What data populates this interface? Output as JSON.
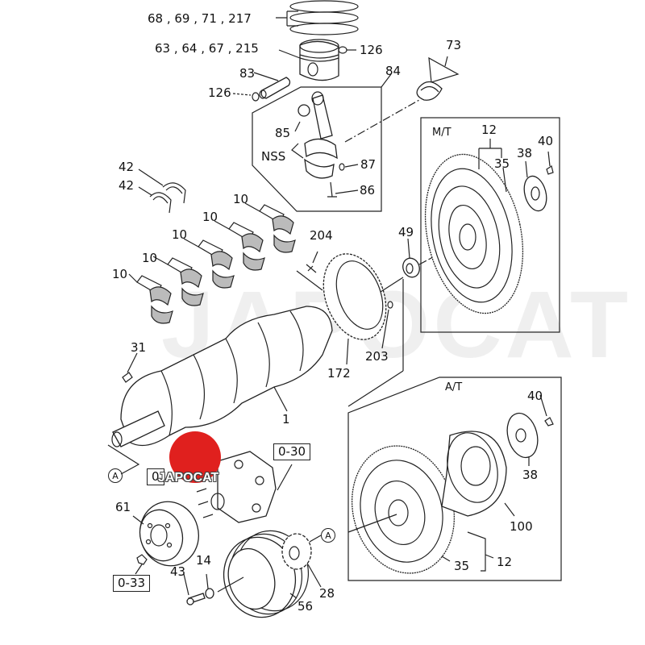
{
  "diagram": {
    "title": "Crankshaft, Piston, Connecting Rod & Flywheel exploded parts diagram",
    "watermark": "JAPOCAT",
    "brand_logo": {
      "text": "JAPOCAT",
      "color": "#e0201e"
    },
    "sections": {
      "manual_transmission": "M/T",
      "automatic_transmission": "A/T"
    },
    "callouts": {
      "piston_rings": "68 , 69 , 71 , 217",
      "piston": "63 , 64 , 67 , 215",
      "snap_ring_top": "126",
      "piston_pin": "83",
      "snap_ring_pin": "126",
      "conrod_assembly": "84",
      "conrod_bushing": "85",
      "conrod_nss": "NSS",
      "conrod_nut": "87",
      "conrod_bolt": "86",
      "conrod_bearing": "73",
      "thrust_washer_upper": "42",
      "thrust_washer_lower": "42",
      "main_bearing_1": "10",
      "main_bearing_2": "10",
      "main_bearing_3": "10",
      "main_bearing_4": "10",
      "main_bearing_5": "10",
      "gear_bolt": "204",
      "pilot_bearing": "49",
      "timing_gear": "172",
      "gear_pin": "203",
      "key": "31",
      "crankshaft": "1",
      "ref_a_left": "A",
      "ref_0_30": "0-30",
      "ref_0_partial": "0",
      "pulley": "61",
      "ref_0_33": "0-33",
      "bolt_43": "43",
      "washer_14": "14",
      "damper_pulley": "56",
      "crank_gear": "28",
      "ref_a_right": "A",
      "mt_flywheel_assy": "12",
      "mt_ring_gear": "35",
      "mt_plate": "38",
      "mt_bolt": "40",
      "at_bolt": "40",
      "at_plate": "38",
      "at_drive_plate": "100",
      "at_ring_gear": "35",
      "at_flywheel_assy": "12"
    },
    "colors": {
      "line": "#222222",
      "logo_red": "#e0201e",
      "background": "#ffffff"
    }
  }
}
